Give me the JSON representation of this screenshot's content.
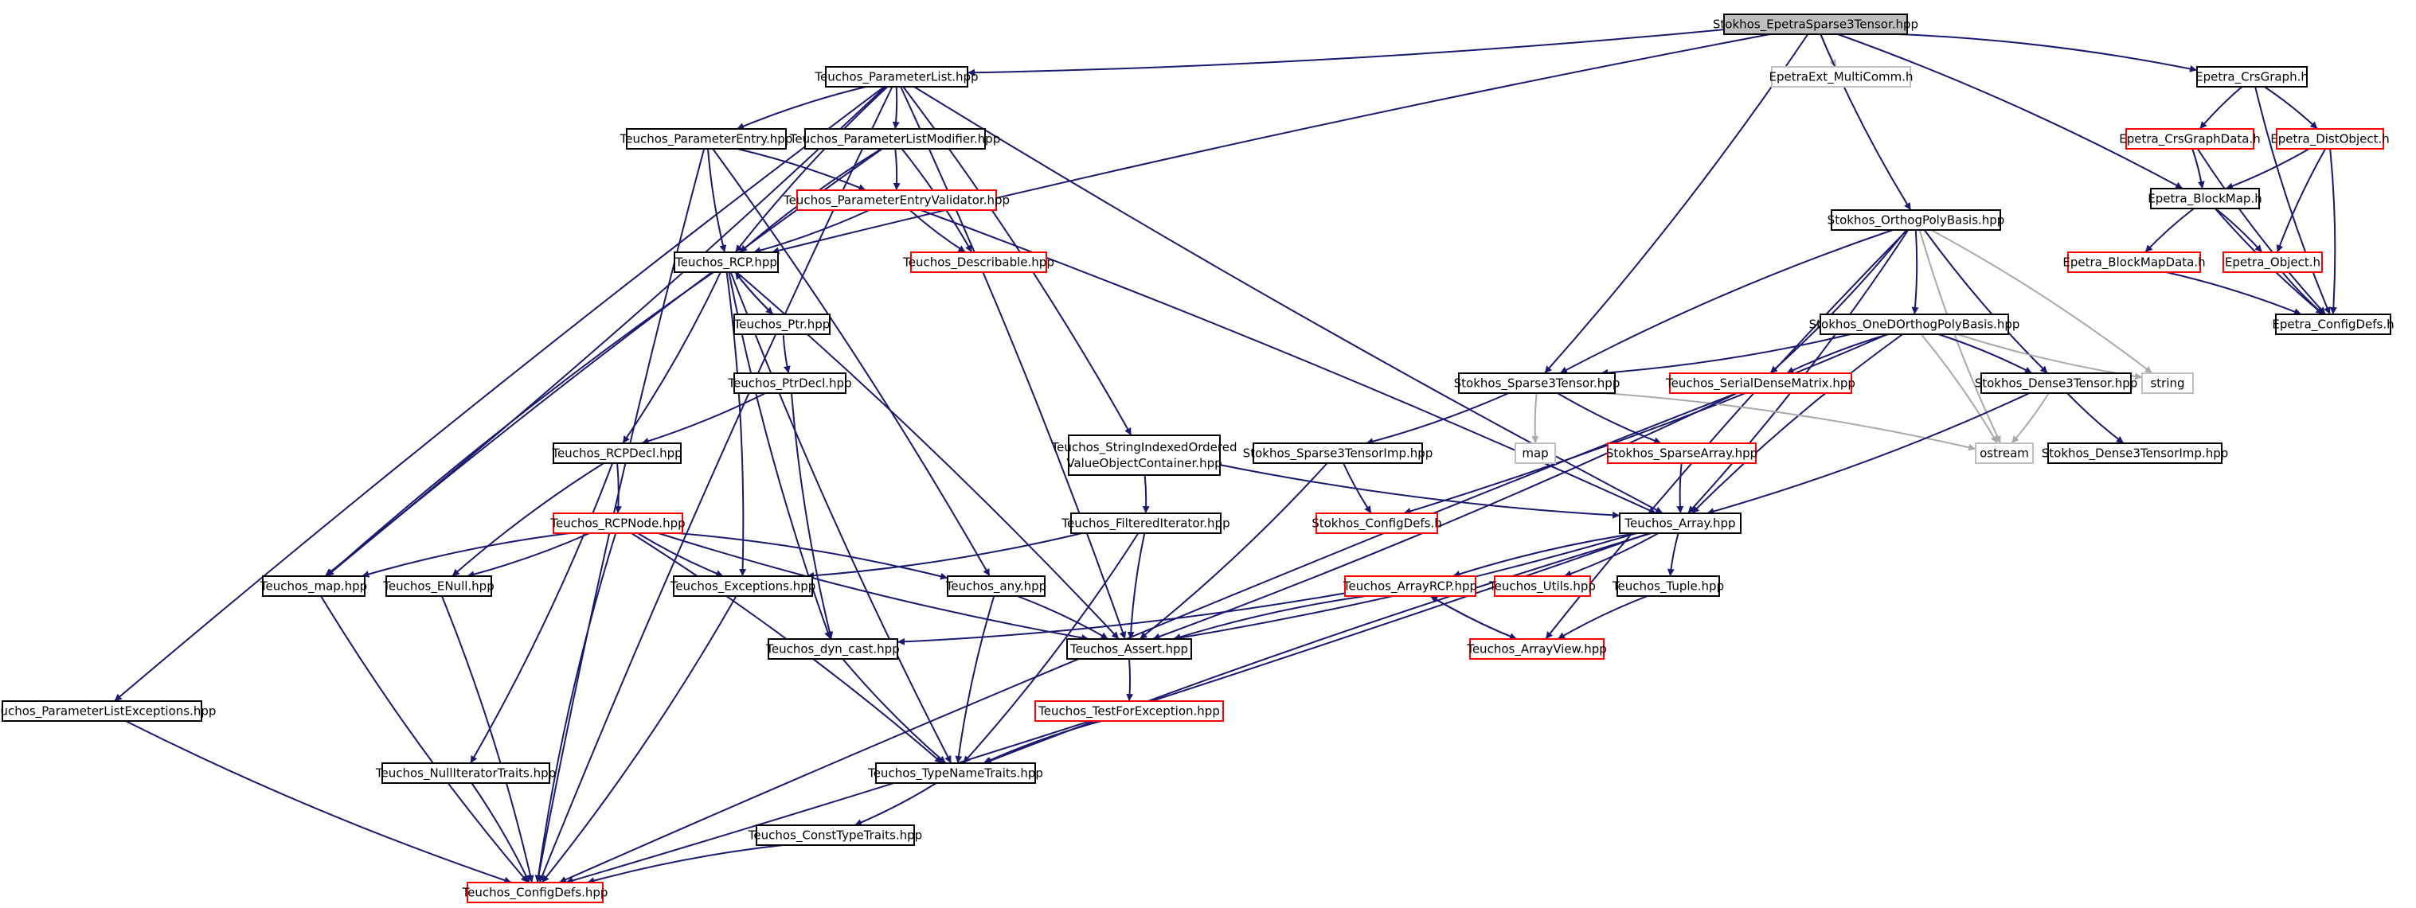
{
  "colors": {
    "edge": "#191970",
    "edge_system": "#a9a9a9",
    "border_normal": "#000000",
    "border_truncated": "#ff0000",
    "border_system": "#bfbfbf",
    "fill_root": "#bfbfbf",
    "fill_normal": "#ffffff"
  },
  "nodes": [
    {
      "id": "root",
      "label": "Stokhos_EpetraSparse3Tensor.hpp",
      "kind": "root"
    },
    {
      "id": "plist",
      "label": "Teuchos_ParameterList.hpp",
      "kind": "normal"
    },
    {
      "id": "mcomm",
      "label": "EpetraExt_MultiComm.h",
      "kind": "system"
    },
    {
      "id": "crsgraph",
      "label": "Epetra_CrsGraph.h",
      "kind": "normal"
    },
    {
      "id": "pentry",
      "label": "Teuchos_ParameterEntry.hpp",
      "kind": "normal"
    },
    {
      "id": "plmod",
      "label": "Teuchos_ParameterListModifier.hpp",
      "kind": "normal"
    },
    {
      "id": "crsgdata",
      "label": "Epetra_CrsGraphData.h",
      "kind": "truncated"
    },
    {
      "id": "distobj",
      "label": "Epetra_DistObject.h",
      "kind": "truncated"
    },
    {
      "id": "blockmap",
      "label": "Epetra_BlockMap.h",
      "kind": "normal"
    },
    {
      "id": "pev",
      "label": "Teuchos_ParameterEntryValidator.hpp",
      "kind": "truncated"
    },
    {
      "id": "rcp",
      "label": "Teuchos_RCP.hpp",
      "kind": "normal"
    },
    {
      "id": "describ",
      "label": "Teuchos_Describable.hpp",
      "kind": "truncated"
    },
    {
      "id": "opb",
      "label": "Stokhos_OrthogPolyBasis.hpp",
      "kind": "normal"
    },
    {
      "id": "bmdata",
      "label": "Epetra_BlockMapData.h",
      "kind": "truncated"
    },
    {
      "id": "eobject",
      "label": "Epetra_Object.h",
      "kind": "truncated"
    },
    {
      "id": "econfig",
      "label": "Epetra_ConfigDefs.h",
      "kind": "normal"
    },
    {
      "id": "ptr",
      "label": "Teuchos_Ptr.hpp",
      "kind": "normal"
    },
    {
      "id": "oneD",
      "label": "Stokhos_OneDOrthogPolyBasis.hpp",
      "kind": "normal"
    },
    {
      "id": "sp3",
      "label": "Stokhos_Sparse3Tensor.hpp",
      "kind": "normal"
    },
    {
      "id": "sdm",
      "label": "Teuchos_SerialDenseMatrix.hpp",
      "kind": "truncated"
    },
    {
      "id": "d3t",
      "label": "Stokhos_Dense3Tensor.hpp",
      "kind": "normal"
    },
    {
      "id": "string",
      "label": "string",
      "kind": "system"
    },
    {
      "id": "ptrdecl",
      "label": "Teuchos_PtrDecl.hpp",
      "kind": "normal"
    },
    {
      "id": "siovoc",
      "label": "Teuchos_StringIndexedOrdered\nValueObjectContainer.hpp",
      "kind": "normal"
    },
    {
      "id": "map",
      "label": "map",
      "kind": "system"
    },
    {
      "id": "ostream",
      "label": "ostream",
      "kind": "system"
    },
    {
      "id": "rcpdecl",
      "label": "Teuchos_RCPDecl.hpp",
      "kind": "normal"
    },
    {
      "id": "sp3imp",
      "label": "Stokhos_Sparse3TensorImp.hpp",
      "kind": "normal"
    },
    {
      "id": "sparr",
      "label": "Stokhos_SparseArray.hpp",
      "kind": "truncated"
    },
    {
      "id": "d3timp",
      "label": "Stokhos_Dense3TensorImp.hpp",
      "kind": "normal"
    },
    {
      "id": "rcpnode",
      "label": "Teuchos_RCPNode.hpp",
      "kind": "truncated"
    },
    {
      "id": "filtit",
      "label": "Teuchos_FilteredIterator.hpp",
      "kind": "normal"
    },
    {
      "id": "sconfig",
      "label": "Stokhos_ConfigDefs.h",
      "kind": "truncated"
    },
    {
      "id": "array",
      "label": "Teuchos_Array.hpp",
      "kind": "normal"
    },
    {
      "id": "tmap",
      "label": "Teuchos_map.hpp",
      "kind": "normal"
    },
    {
      "id": "enull",
      "label": "Teuchos_ENull.hpp",
      "kind": "normal"
    },
    {
      "id": "exc",
      "label": "Teuchos_Exceptions.hpp",
      "kind": "normal"
    },
    {
      "id": "any",
      "label": "Teuchos_any.hpp",
      "kind": "normal"
    },
    {
      "id": "arcp",
      "label": "Teuchos_ArrayRCP.hpp",
      "kind": "truncated"
    },
    {
      "id": "utils",
      "label": "Teuchos_Utils.hpp",
      "kind": "truncated"
    },
    {
      "id": "tuple",
      "label": "Teuchos_Tuple.hpp",
      "kind": "normal"
    },
    {
      "id": "dyncast",
      "label": "Teuchos_dyn_cast.hpp",
      "kind": "normal"
    },
    {
      "id": "assert",
      "label": "Teuchos_Assert.hpp",
      "kind": "normal"
    },
    {
      "id": "aview",
      "label": "Teuchos_ArrayView.hpp",
      "kind": "truncated"
    },
    {
      "id": "plexc",
      "label": "Teuchos_ParameterListExceptions.hpp",
      "kind": "normal"
    },
    {
      "id": "tfe",
      "label": "Teuchos_TestForException.hpp",
      "kind": "truncated"
    },
    {
      "id": "nullit",
      "label": "Teuchos_NullIteratorTraits.hpp",
      "kind": "normal"
    },
    {
      "id": "tnt",
      "label": "Teuchos_TypeNameTraits.hpp",
      "kind": "normal"
    },
    {
      "id": "ctt",
      "label": "Teuchos_ConstTypeTraits.hpp",
      "kind": "normal"
    },
    {
      "id": "tconfig",
      "label": "Teuchos_ConfigDefs.hpp",
      "kind": "truncated"
    }
  ],
  "edges": [
    [
      "root",
      "plist"
    ],
    [
      "root",
      "mcomm"
    ],
    [
      "root",
      "crsgraph"
    ],
    [
      "root",
      "rcp"
    ],
    [
      "root",
      "sp3"
    ],
    [
      "root",
      "opb"
    ],
    [
      "root",
      "blockmap"
    ],
    [
      "plist",
      "pentry"
    ],
    [
      "plist",
      "plmod"
    ],
    [
      "plist",
      "rcp"
    ],
    [
      "plist",
      "tmap"
    ],
    [
      "plist",
      "plexc"
    ],
    [
      "plist",
      "siovoc"
    ],
    [
      "plist",
      "array"
    ],
    [
      "plist",
      "assert"
    ],
    [
      "plist",
      "tconfig"
    ],
    [
      "pentry",
      "pev"
    ],
    [
      "pentry",
      "rcp"
    ],
    [
      "pentry",
      "any"
    ],
    [
      "pentry",
      "tconfig"
    ],
    [
      "plmod",
      "pev"
    ],
    [
      "plmod",
      "rcp"
    ],
    [
      "plmod",
      "describ"
    ],
    [
      "plmod",
      "tmap"
    ],
    [
      "pev",
      "rcp"
    ],
    [
      "pev",
      "describ"
    ],
    [
      "pev",
      "array"
    ],
    [
      "rcp",
      "ptr"
    ],
    [
      "rcp",
      "rcpdecl"
    ],
    [
      "rcp",
      "tmap"
    ],
    [
      "rcp",
      "exc"
    ],
    [
      "rcp",
      "dyncast"
    ],
    [
      "rcp",
      "assert"
    ],
    [
      "rcp",
      "tnt"
    ],
    [
      "ptr",
      "rcp"
    ],
    [
      "ptr",
      "ptrdecl"
    ],
    [
      "ptrdecl",
      "rcpdecl"
    ],
    [
      "ptrdecl",
      "dyncast"
    ],
    [
      "rcpdecl",
      "rcpnode"
    ],
    [
      "rcpdecl",
      "enull"
    ],
    [
      "rcpdecl",
      "nullit"
    ],
    [
      "rcpnode",
      "tmap"
    ],
    [
      "rcpnode",
      "enull"
    ],
    [
      "rcpnode",
      "exc"
    ],
    [
      "rcpnode",
      "any"
    ],
    [
      "rcpnode",
      "assert"
    ],
    [
      "rcpnode",
      "tnt"
    ],
    [
      "rcpnode",
      "tconfig"
    ],
    [
      "siovoc",
      "filtit"
    ],
    [
      "siovoc",
      "array"
    ],
    [
      "filtit",
      "exc"
    ],
    [
      "filtit",
      "assert"
    ],
    [
      "filtit",
      "tnt"
    ],
    [
      "crsgraph",
      "crsgdata"
    ],
    [
      "crsgraph",
      "distobj"
    ],
    [
      "crsgraph",
      "econfig"
    ],
    [
      "crsgdata",
      "blockmap"
    ],
    [
      "crsgdata",
      "econfig"
    ],
    [
      "distobj",
      "blockmap"
    ],
    [
      "distobj",
      "eobject"
    ],
    [
      "distobj",
      "econfig"
    ],
    [
      "blockmap",
      "bmdata"
    ],
    [
      "blockmap",
      "eobject"
    ],
    [
      "blockmap",
      "econfig"
    ],
    [
      "bmdata",
      "econfig"
    ],
    [
      "eobject",
      "econfig"
    ],
    [
      "opb",
      "oneD"
    ],
    [
      "opb",
      "sp3"
    ],
    [
      "opb",
      "sdm"
    ],
    [
      "opb",
      "d3t"
    ],
    [
      "opb",
      "string"
    ],
    [
      "opb",
      "ostream"
    ],
    [
      "opb",
      "array"
    ],
    [
      "opb",
      "aview"
    ],
    [
      "oneD",
      "sp3"
    ],
    [
      "oneD",
      "sdm"
    ],
    [
      "oneD",
      "d3t"
    ],
    [
      "oneD",
      "string"
    ],
    [
      "oneD",
      "ostream"
    ],
    [
      "oneD",
      "array"
    ],
    [
      "oneD",
      "sconfig"
    ],
    [
      "sp3",
      "map"
    ],
    [
      "sp3",
      "ostream"
    ],
    [
      "sp3",
      "sparr"
    ],
    [
      "sp3",
      "sp3imp"
    ],
    [
      "sp3imp",
      "sconfig"
    ],
    [
      "sp3imp",
      "assert"
    ],
    [
      "sparr",
      "array"
    ],
    [
      "sdm",
      "assert"
    ],
    [
      "sdm",
      "tconfig"
    ],
    [
      "d3t",
      "ostream"
    ],
    [
      "d3t",
      "d3timp"
    ],
    [
      "d3t",
      "array"
    ],
    [
      "array",
      "arcp"
    ],
    [
      "array",
      "utils"
    ],
    [
      "array",
      "tuple"
    ],
    [
      "array",
      "assert"
    ],
    [
      "array",
      "tnt"
    ],
    [
      "array",
      "tconfig"
    ],
    [
      "arcp",
      "aview"
    ],
    [
      "arcp",
      "dyncast"
    ],
    [
      "arcp",
      "assert"
    ],
    [
      "aview",
      "arcp"
    ],
    [
      "tuple",
      "aview"
    ],
    [
      "any",
      "assert"
    ],
    [
      "any",
      "tnt"
    ],
    [
      "exc",
      "tconfig"
    ],
    [
      "tmap",
      "tconfig"
    ],
    [
      "enull",
      "tconfig"
    ],
    [
      "dyncast",
      "tnt"
    ],
    [
      "assert",
      "tfe"
    ],
    [
      "tfe",
      "tnt"
    ],
    [
      "tnt",
      "ctt"
    ],
    [
      "ctt",
      "tconfig"
    ],
    [
      "nullit",
      "tconfig"
    ],
    [
      "plexc",
      "tconfig"
    ]
  ]
}
